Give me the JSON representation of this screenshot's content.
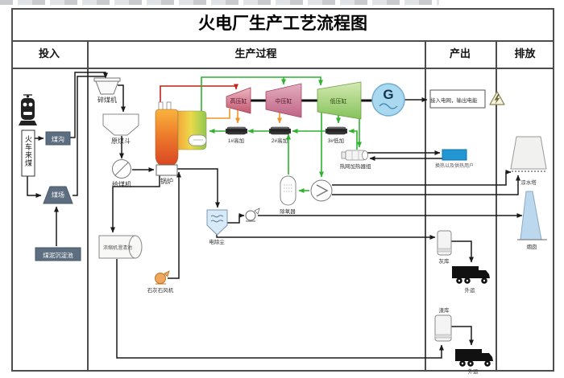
{
  "title": "火电厂生产工艺流程图",
  "columns": {
    "input": "投入",
    "process": "生产过程",
    "output": "产出",
    "emission": "排放"
  },
  "input": {
    "coal_by_train": "火车来煤",
    "coal_ditch": "煤沟",
    "coal_yard": "煤场",
    "slime_pool": "煤泥沉淀池"
  },
  "process": {
    "crusher": "碎煤机",
    "raw_coal_hopper": "原煤斗",
    "coal_feeder": "给煤机",
    "boiler": "锅炉",
    "hp_cylinder": "高压缸",
    "ip_cylinder": "中压缸",
    "lp_cylinder": "低压缸",
    "generator": "G",
    "heater1": "1#高加",
    "heater2": "2#高加",
    "heater3": "3#低加",
    "heat_net_heater": "热网加热器组",
    "deaerator": "除氧器",
    "esp": "电除尘",
    "limestone_fan": "石灰石风机",
    "thickener": "浓缩机澄清池"
  },
  "output": {
    "grid": "接入电网，输出电能",
    "heat_users": "换热以及供热用户",
    "ash_silo": "灰库",
    "slag_silo": "渣库",
    "truck_out1": "外运",
    "truck_out2": "外运"
  },
  "emission": {
    "cooling_tower": "凉水塔",
    "chimney": "烟囱"
  },
  "colors": {
    "main_steam_line": "#bf2418",
    "extraction_steam_line": "#f09426",
    "feed_water_line": "#2db32d",
    "flow_line": "#1a1a1a",
    "input_node_fill": "#5c6e80",
    "generator_fill": "#a9d9f0",
    "heat_supply_box": "#2196d3",
    "chimney_fill": "#bcd8ee",
    "esp_fill": "#d8e9f8"
  }
}
